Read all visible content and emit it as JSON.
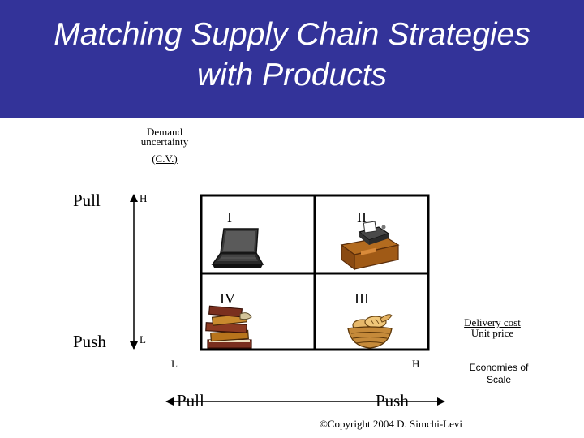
{
  "title": "Matching Supply Chain Strategies\nwith Products",
  "y_axis": {
    "label_line1": "Demand",
    "label_line2": "uncertainty",
    "label_line3": "(C.V.)",
    "high": "H",
    "low": "L",
    "top_strategy": "Pull",
    "bottom_strategy": "Push"
  },
  "x_axis": {
    "low": "L",
    "high": "H",
    "label_line1": "Delivery cost",
    "label_line2": "Unit price",
    "left_strategy": "Pull",
    "right_strategy": "Push",
    "note_line1": "Economies of",
    "note_line2": "Scale"
  },
  "quadrants": {
    "q1": {
      "label": "I",
      "icon": "laptop-icon"
    },
    "q2": {
      "label": "II",
      "icon": "desk-typewriter-icon"
    },
    "q3": {
      "label": "III",
      "icon": "bread-basket-icon"
    },
    "q4": {
      "label": "IV",
      "icon": "book-stack-icon"
    }
  },
  "colors": {
    "header": "#333399",
    "title": "#ffffff",
    "ink": "#000000"
  },
  "copyright": "©Copyright 2004 D. Simchi-Levi"
}
